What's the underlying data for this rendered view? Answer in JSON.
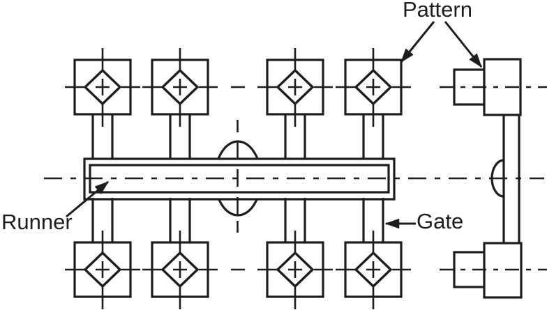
{
  "labels": {
    "pattern": "Pattern",
    "runner": "Runner",
    "gate": "Gate"
  },
  "colors": {
    "line": "#1d1d1d",
    "background": "#ffffff"
  }
}
